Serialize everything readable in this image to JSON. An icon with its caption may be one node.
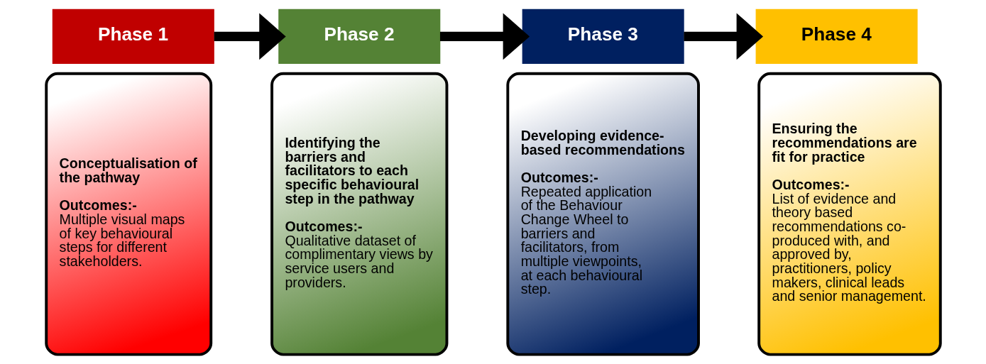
{
  "diagram": {
    "nodes": [
      {
        "text": [
          "Phase 1"
        ]
      },
      {
        "text": [
          "Conceptualisation of the pathway",
          "Outcomes:-",
          "Multiple visual maps of key behavioural steps for different stakeholders."
        ]
      },
      {
        "text": [
          "Phase 2"
        ]
      },
      {
        "text": [
          "Identifying the barriers and facilitators to each specific behavioural step in the pathway",
          "Outcomes:-",
          "Qualitative dataset of complimentary views by service users and providers."
        ]
      },
      {
        "text": [
          "Phase 3"
        ]
      },
      {
        "text": [
          "Developing evidence-based recommendations",
          "Outcomes:-",
          "Repeated application of the Behaviour Change Wheel to barriers and facilitators, from multiple viewpoints, at each behavioural step."
        ]
      },
      {
        "text": [
          "Phase 4"
        ]
      },
      {
        "text": [
          "Ensuring the recommendations are fit for practice",
          "Outcomes:-",
          "List of evidence and theory based recommendations co-produced with, and approved by, practitioners, policy makers, clinical leads and senior management."
        ]
      }
    ],
    "edges": [
      {
        "from": 0,
        "to": 2,
        "arrow": "to"
      },
      {
        "from": 2,
        "to": 4,
        "arrow": "to"
      },
      {
        "from": 4,
        "to": 6,
        "arrow": "to"
      }
    ]
  }
}
